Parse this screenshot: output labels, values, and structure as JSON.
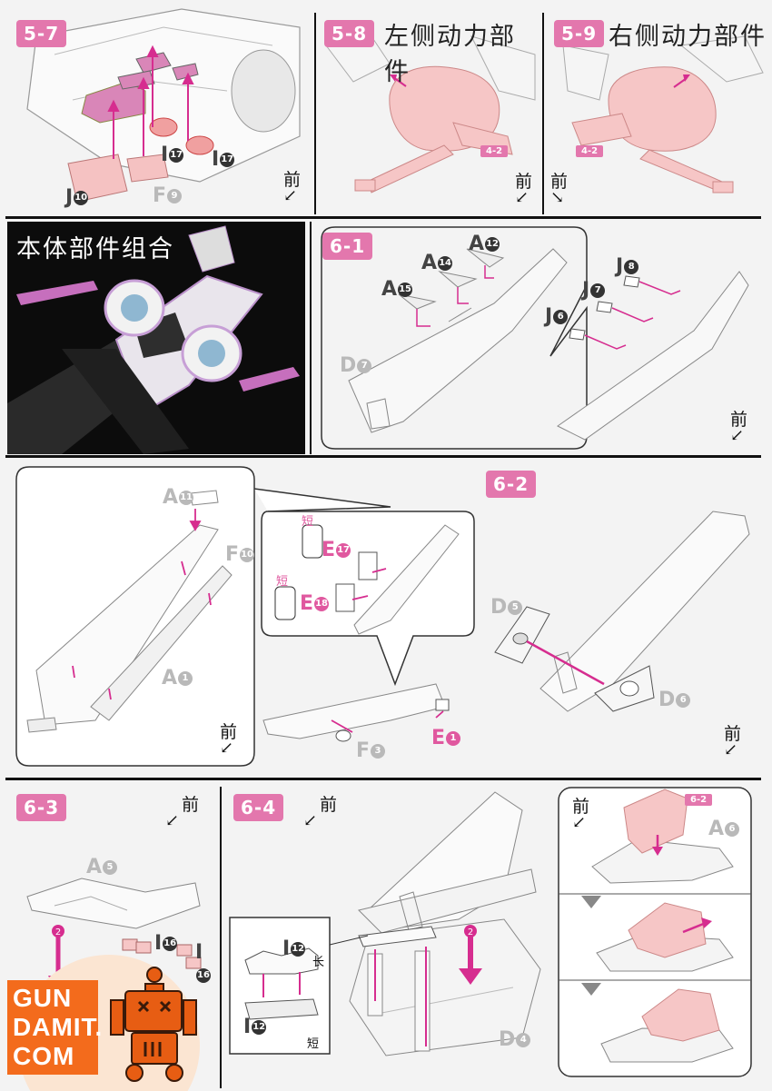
{
  "steps": {
    "s57": {
      "num": "5-7"
    },
    "s58": {
      "num": "5-8",
      "title": "左侧动力部件"
    },
    "s59": {
      "num": "5-9",
      "title": "右侧动力部件"
    },
    "assembly": {
      "title": "本体部件组合"
    },
    "s61": {
      "num": "6-1"
    },
    "s62": {
      "num": "6-2"
    },
    "s63": {
      "num": "6-3"
    },
    "s64": {
      "num": "6-4"
    }
  },
  "front_label": "前",
  "parts": {
    "s57": [
      {
        "letter": "I",
        "num": "17"
      },
      {
        "letter": "I",
        "num": "17"
      },
      {
        "letter": "J",
        "num": "10"
      },
      {
        "letter": "F",
        "num": "9"
      }
    ],
    "s61": [
      {
        "letter": "A",
        "num": "12"
      },
      {
        "letter": "A",
        "num": "14"
      },
      {
        "letter": "A",
        "num": "15"
      },
      {
        "letter": "D",
        "num": "7"
      },
      {
        "letter": "J",
        "num": "8"
      },
      {
        "letter": "J",
        "num": "7"
      },
      {
        "letter": "J",
        "num": "6"
      }
    ],
    "s61b": [
      {
        "letter": "A",
        "num": "11"
      },
      {
        "letter": "F",
        "num": "10"
      },
      {
        "letter": "A",
        "num": "1"
      },
      {
        "letter": "E",
        "num": "17"
      },
      {
        "letter": "E",
        "num": "18"
      },
      {
        "letter": "F",
        "num": "3"
      },
      {
        "letter": "E",
        "num": "1"
      }
    ],
    "s62": [
      {
        "letter": "D",
        "num": "5"
      },
      {
        "letter": "D",
        "num": "6"
      }
    ],
    "s63": [
      {
        "letter": "A",
        "num": "5"
      },
      {
        "letter": "I",
        "num": "16"
      },
      {
        "letter": "I",
        "num": "16"
      }
    ],
    "s64": [
      {
        "letter": "I",
        "num": "12"
      },
      {
        "letter": "I",
        "num": "12"
      },
      {
        "letter": "D",
        "num": "4"
      },
      {
        "letter": "A",
        "num": "6"
      }
    ]
  },
  "tags": {
    "ref42a": "4-2",
    "ref42b": "4-2",
    "ref62": "6-2"
  },
  "notes": {
    "short": "短",
    "long": "长"
  },
  "logo": {
    "line1": "GUN",
    "line2": "DAMIT.",
    "line3": "COM"
  },
  "colors": {
    "accent": "#e377ad",
    "part_pink": "#e0589f",
    "dark_panel": "#0c0c0c"
  }
}
